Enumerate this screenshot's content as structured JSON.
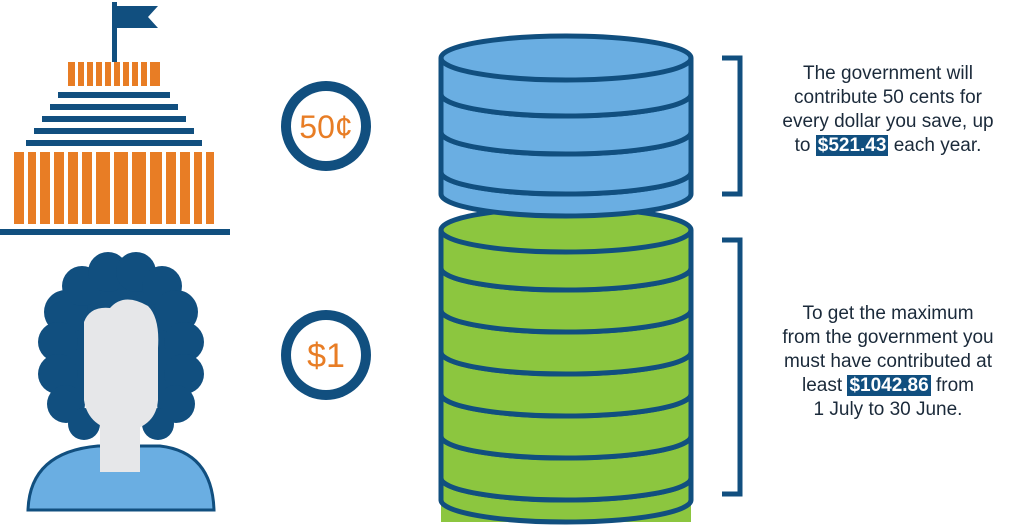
{
  "badges": {
    "government": "50¢",
    "personal": "$1"
  },
  "government_note": {
    "line1": "The government will",
    "line2": "contribute 50 cents for",
    "line3": "every dollar you save, up",
    "line4_prefix": "to",
    "amount": "$521.43",
    "line4_suffix": "each year."
  },
  "personal_note": {
    "line1": "To get the maximum",
    "line2": "from the government you",
    "line3": "must have contributed at",
    "line4_prefix": "least",
    "amount": "$1042.86",
    "line4_suffix": "from",
    "line5": "1 July to 30 June."
  },
  "colors": {
    "navy": "#114f7f",
    "orange": "#e87d25",
    "blue_coin": "#6aaee2",
    "green_coin": "#8cc63f",
    "skin": "#e6e7e9",
    "shirt": "#6aaee2"
  },
  "icons": [
    "parliament-building-icon",
    "person-icon",
    "coin-stack"
  ]
}
